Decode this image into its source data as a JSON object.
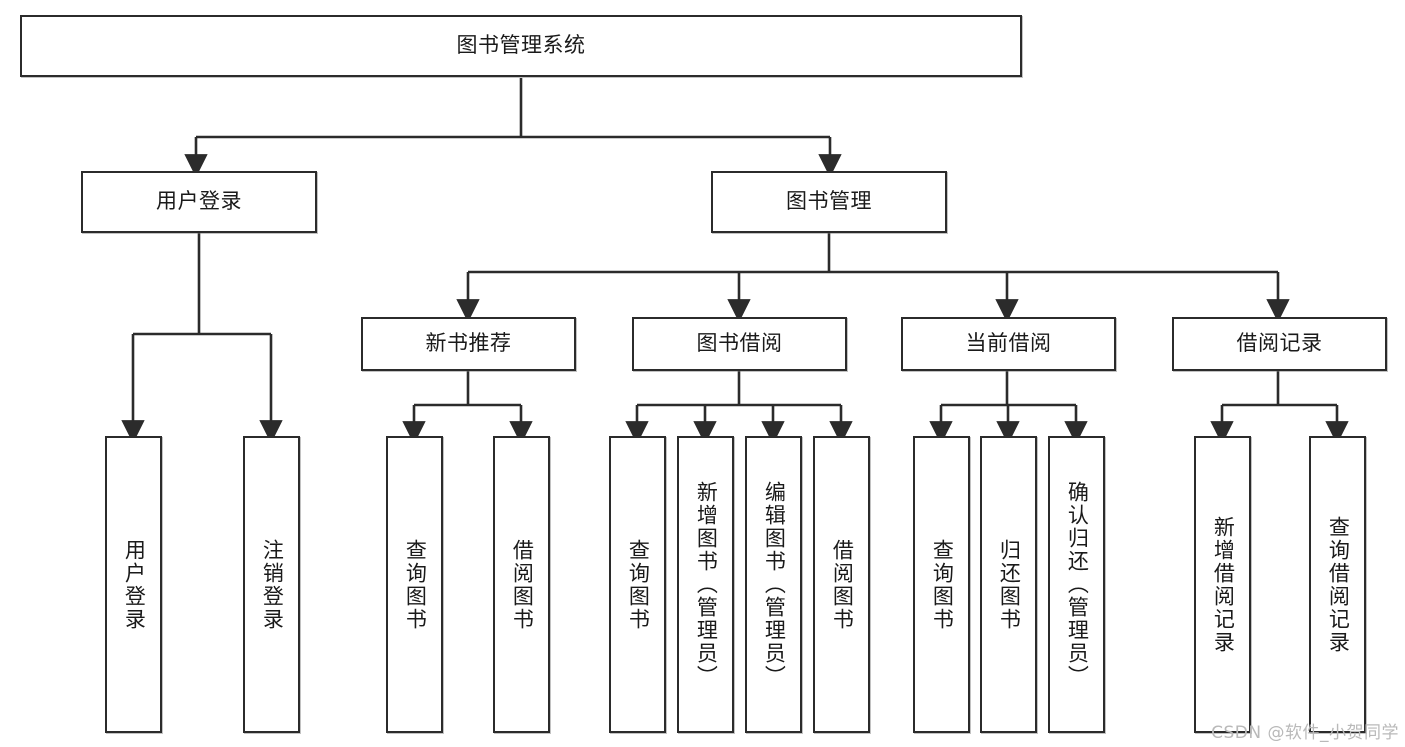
{
  "diagram": {
    "title": "图书管理系统",
    "watermark": "CSDN @软件_小贺同学",
    "root": {
      "label": "图书管理系统"
    },
    "level2": [
      {
        "label": "用户登录"
      },
      {
        "label": "图书管理"
      }
    ],
    "level3": [
      {
        "label": "新书推荐"
      },
      {
        "label": "图书借阅"
      },
      {
        "label": "当前借阅"
      },
      {
        "label": "借阅记录"
      }
    ],
    "leaves": {
      "user_login": [
        {
          "label": "用户登录"
        },
        {
          "label": "注销登录"
        }
      ],
      "new_book": [
        {
          "label": "查询图书"
        },
        {
          "label": "借阅图书"
        }
      ],
      "book_borrow": [
        {
          "label": "查询图书"
        },
        {
          "label": "新增图书（管理员）"
        },
        {
          "label": "编辑图书（管理员）"
        },
        {
          "label": "借阅图书"
        }
      ],
      "current_borrow": [
        {
          "label": "查询图书"
        },
        {
          "label": "归还图书"
        },
        {
          "label": "确认归还（管理员）"
        }
      ],
      "borrow_record": [
        {
          "label": "新增借阅记录"
        },
        {
          "label": "查询借阅记录"
        }
      ]
    },
    "colors": {
      "box_border": "#2b2b2b",
      "box_fill": "#ffffff",
      "connector": "#2b2b2b",
      "text": "#1a1a1a",
      "watermark": "#b9b9b9"
    }
  }
}
